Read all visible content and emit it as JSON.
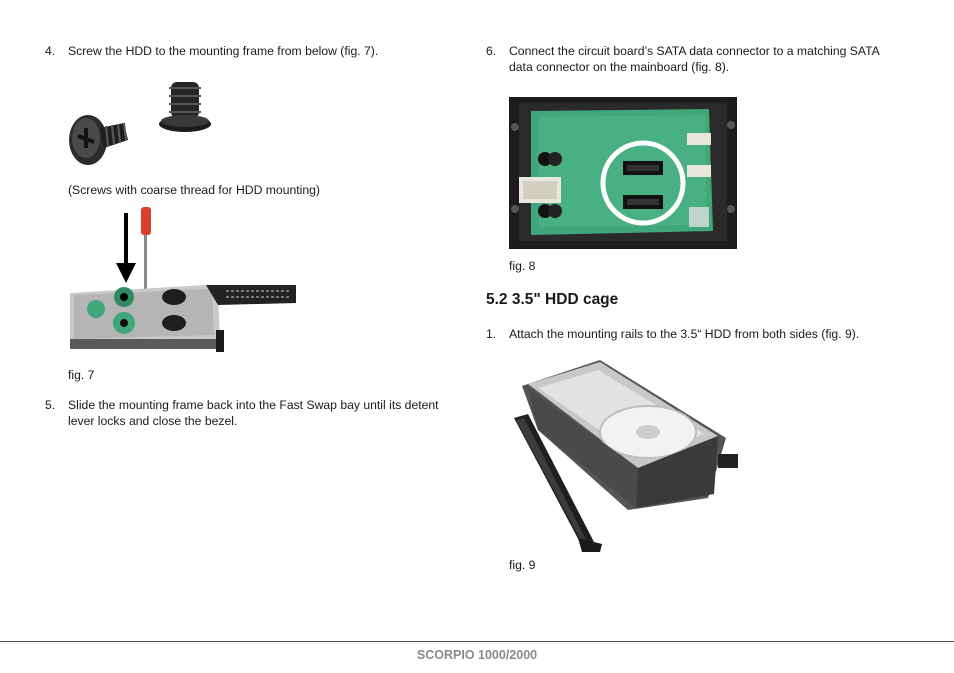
{
  "left_column": {
    "step4": {
      "number": "4.",
      "text": "Screw the HDD to the mounting frame from below (fig. 7)."
    },
    "screws_caption": "(Screws with coarse thread for HDD mounting)",
    "fig7_caption": "fig. 7",
    "step5": {
      "number": "5.",
      "text": "Slide the mounting frame back into the Fast Swap bay until its detent lever locks and close the bezel."
    }
  },
  "right_column": {
    "step6": {
      "number": "6.",
      "text": "Connect the circuit board’s SATA data connector to a matching SATA data connector on the mainboard (fig. 8)."
    },
    "fig8_caption": "fig. 8",
    "section_heading": "5.2  3.5\" HDD cage",
    "step1": {
      "number": "1.",
      "text": "Attach the mounting rails to the 3.5“ HDD from both sides (fig. 9)."
    },
    "fig9_caption": "fig. 9"
  },
  "footer": {
    "product": "SCORPIO 1000/2000"
  },
  "colors": {
    "pcb_green": "#3fa77b",
    "highlight_circle": "#ffffff",
    "footer_text": "#8a8a8a"
  }
}
